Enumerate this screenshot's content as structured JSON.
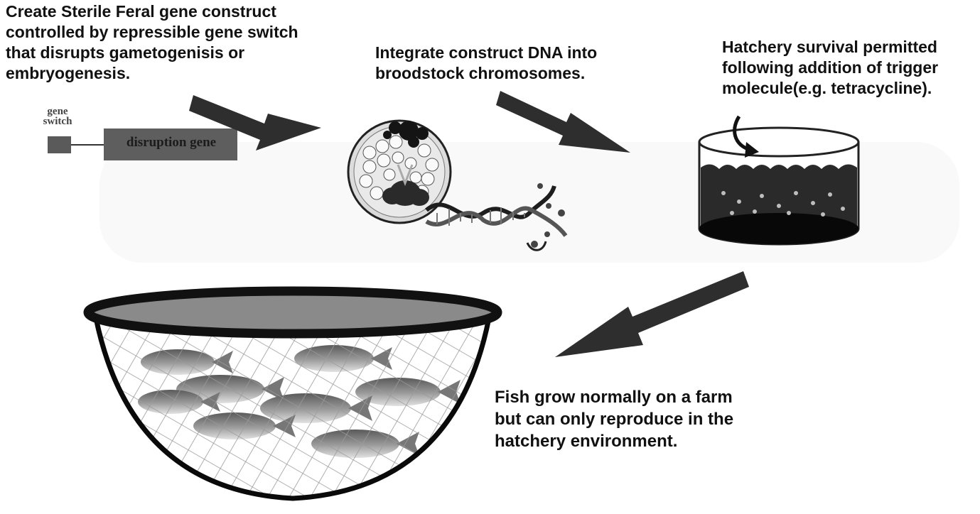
{
  "steps": {
    "create": "Create Sterile Feral gene construct\ncontrolled by repressible gene switch\nthat disrupts gametogenisis or\nembryogenesis.",
    "integrate": "Integrate construct DNA into\nbroodstock chromosomes.",
    "hatchery": "Hatchery survival permitted\nfollowing addition of trigger\nmolecule(e.g. tetracycline).",
    "farm": "Fish grow normally on a farm\nbut can only reproduce in the\nhatchery environment."
  },
  "construct": {
    "switch_label": "gene\nswitch",
    "disruption_label": "disruption gene"
  },
  "colors": {
    "arrow": "#2e2e2e",
    "construct_box": "#5a5a5a",
    "tank_water": "#2a2a2a",
    "net_rim": "#111111",
    "pond_surface": "#8a8a8a"
  }
}
